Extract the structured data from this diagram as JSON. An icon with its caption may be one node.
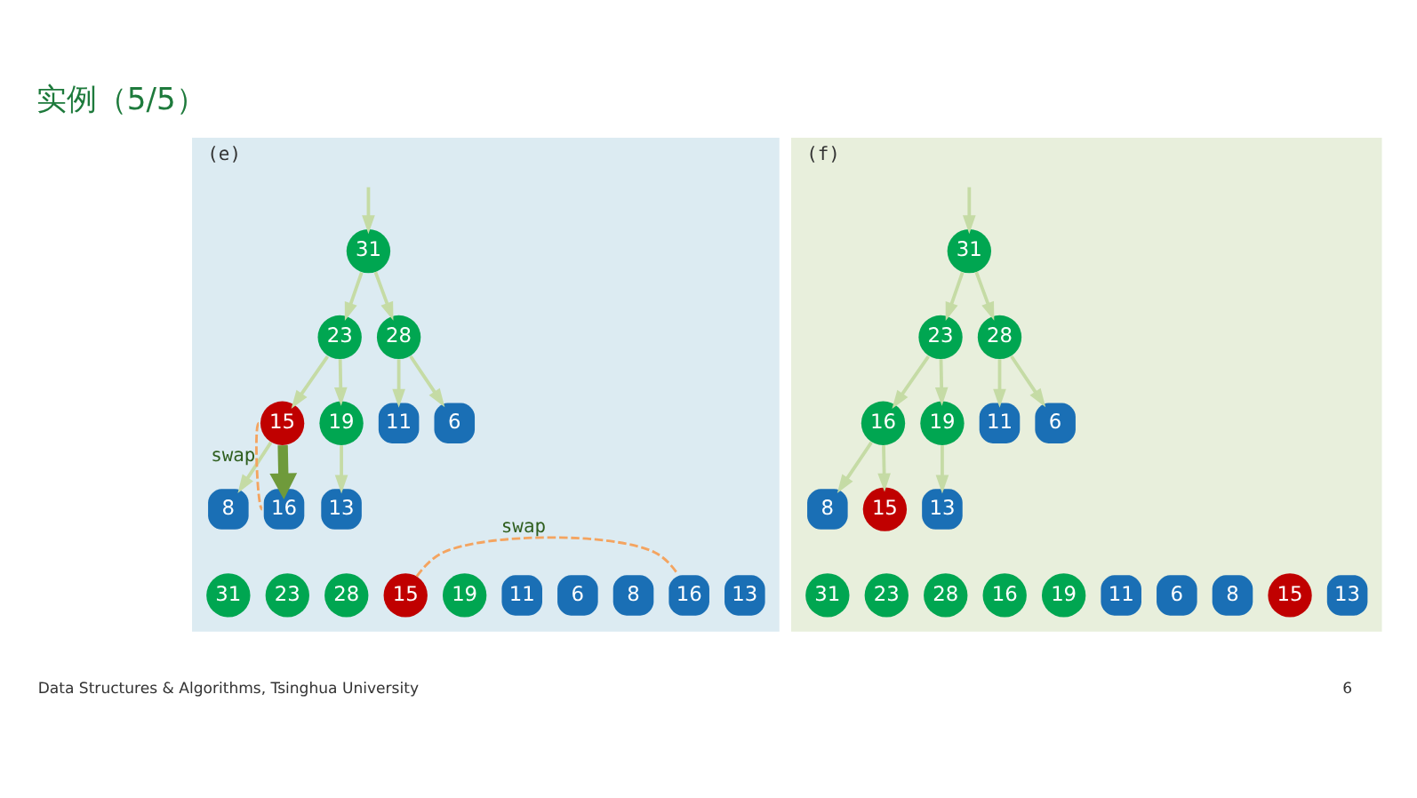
{
  "diagram": {
    "title": "实例（5/5）",
    "nodes": [
      {
        "text": [
          "(e)"
        ]
      },
      {
        "text": [
          "31"
        ],
        "in": 0
      },
      {
        "text": [
          "23"
        ],
        "in": 0
      },
      {
        "text": [
          "28"
        ],
        "in": 0
      },
      {
        "text": [
          "15"
        ],
        "in": 0
      },
      {
        "text": [
          "19"
        ],
        "in": 0
      },
      {
        "text": [
          "11"
        ],
        "in": 0
      },
      {
        "text": [
          "6"
        ],
        "in": 0
      },
      {
        "text": [
          "8"
        ],
        "in": 0
      },
      {
        "text": [
          "16"
        ],
        "in": 0
      },
      {
        "text": [
          "13"
        ],
        "in": 0
      },
      {
        "text": [
          "31"
        ],
        "in": 0
      },
      {
        "text": [
          "23"
        ],
        "in": 0
      },
      {
        "text": [
          "28"
        ],
        "in": 0
      },
      {
        "text": [
          "15"
        ],
        "in": 0
      },
      {
        "text": [
          "19"
        ],
        "in": 0
      },
      {
        "text": [
          "11"
        ],
        "in": 0
      },
      {
        "text": [
          "6"
        ],
        "in": 0
      },
      {
        "text": [
          "8"
        ],
        "in": 0
      },
      {
        "text": [
          "16"
        ],
        "in": 0
      },
      {
        "text": [
          "13"
        ],
        "in": 0
      },
      {
        "text": [
          "(f)"
        ]
      },
      {
        "text": [
          "31"
        ],
        "in": 21
      },
      {
        "text": [
          "23"
        ],
        "in": 21
      },
      {
        "text": [
          "28"
        ],
        "in": 21
      },
      {
        "text": [
          "16"
        ],
        "in": 21
      },
      {
        "text": [
          "19"
        ],
        "in": 21
      },
      {
        "text": [
          "11"
        ],
        "in": 21
      },
      {
        "text": [
          "6"
        ],
        "in": 21
      },
      {
        "text": [
          "8"
        ],
        "in": 21
      },
      {
        "text": [
          "15"
        ],
        "in": 21
      },
      {
        "text": [
          "13"
        ],
        "in": 21
      },
      {
        "text": [
          "31"
        ],
        "in": 21
      },
      {
        "text": [
          "23"
        ],
        "in": 21
      },
      {
        "text": [
          "28"
        ],
        "in": 21
      },
      {
        "text": [
          "16"
        ],
        "in": 21
      },
      {
        "text": [
          "19"
        ],
        "in": 21
      },
      {
        "text": [
          "11"
        ],
        "in": 21
      },
      {
        "text": [
          "6"
        ],
        "in": 21
      },
      {
        "text": [
          "8"
        ],
        "in": 21
      },
      {
        "text": [
          "15"
        ],
        "in": 21
      },
      {
        "text": [
          "13"
        ],
        "in": 21
      }
    ],
    "edges": [
      {
        "from": null,
        "to": 1,
        "arrow": "to"
      },
      {
        "from": 1,
        "to": 2,
        "arrow": "to"
      },
      {
        "from": 1,
        "to": 3,
        "arrow": "to"
      },
      {
        "from": 2,
        "to": 4,
        "arrow": "to"
      },
      {
        "from": 2,
        "to": 5,
        "arrow": "to"
      },
      {
        "from": 4,
        "to": 8,
        "arrow": "to"
      },
      {
        "from": 4,
        "to": 9,
        "arrow": "to",
        "style": "thick",
        "color": "#6f9a3b"
      },
      {
        "from": 5,
        "to": 10,
        "arrow": "to"
      },
      {
        "from": 3,
        "to": 6,
        "arrow": "to"
      },
      {
        "from": 3,
        "to": 7,
        "arrow": "to"
      },
      {
        "from": 4,
        "to": 9,
        "arrow": "none",
        "label": "swap",
        "style": "dashed",
        "color": "#f4a460"
      },
      {
        "from": 14,
        "to": 19,
        "arrow": "none",
        "label": "swap",
        "style": "dashed",
        "color": "#f4a460"
      },
      {
        "from": null,
        "to": 22,
        "arrow": "to"
      },
      {
        "from": 22,
        "to": 23,
        "arrow": "to"
      },
      {
        "from": 22,
        "to": 24,
        "arrow": "to"
      },
      {
        "from": 23,
        "to": 25,
        "arrow": "to"
      },
      {
        "from": 23,
        "to": 26,
        "arrow": "to"
      },
      {
        "from": 25,
        "to": 29,
        "arrow": "to"
      },
      {
        "from": 25,
        "to": 30,
        "arrow": "to"
      },
      {
        "from": 26,
        "to": 31,
        "arrow": "to"
      },
      {
        "from": 24,
        "to": 27,
        "arrow": "to"
      },
      {
        "from": 24,
        "to": 28,
        "arrow": "to"
      }
    ],
    "labels": [
      "Data Structures & Algorithms, Tsinghua University",
      "6"
    ]
  }
}
